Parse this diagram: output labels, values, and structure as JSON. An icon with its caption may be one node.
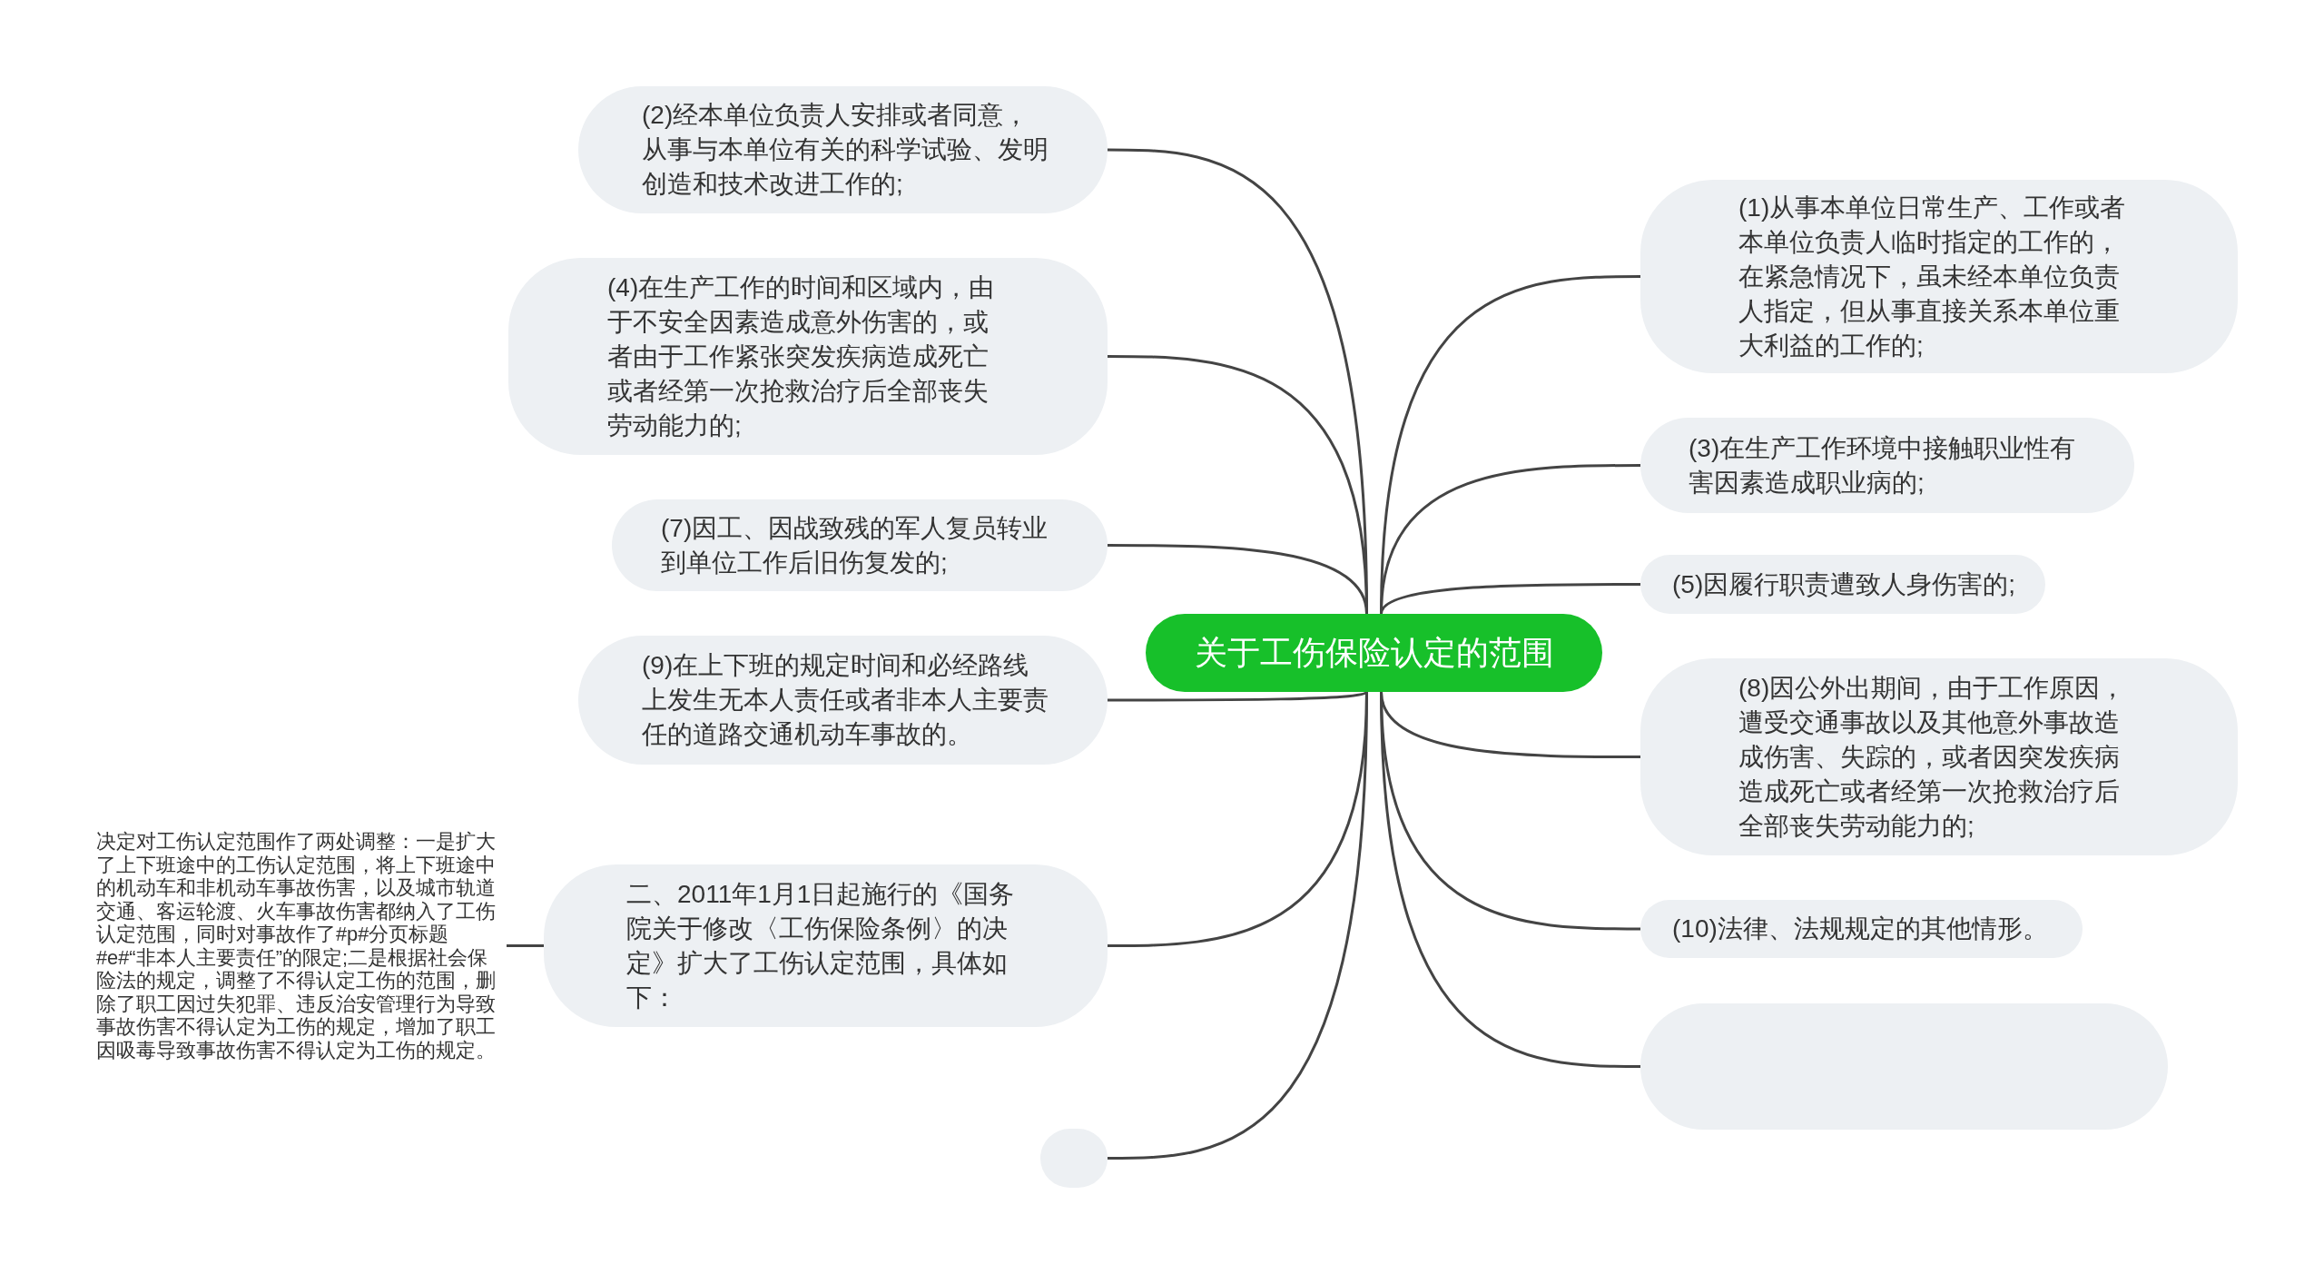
{
  "diagram": {
    "nodes": [
      {
        "text": [
          "关于工伤保险认定的范围"
        ]
      },
      {
        "text": [
          "(2)经本单位负责人安排或者同意，从事与本单位有关的科学试验、发明创造和技术改进工作的;"
        ]
      },
      {
        "text": [
          "(4)在生产工作的时间和区域内，由于不安全因素造成意外伤害的，或者由于工作紧张突发疾病造成死亡或者经第一次抢救治疗后全部丧失劳动能力的;"
        ]
      },
      {
        "text": [
          "(7)因工、因战致残的军人复员转业到单位工作后旧伤复发的;"
        ]
      },
      {
        "text": [
          "(9)在上下班的规定时间和必经路线上发生无本人责任或者非本人主要责任的道路交通机动车事故的。"
        ]
      },
      {
        "text": [
          "二、2011年1月1日起施行的《国务院关于修改〈工伤保险条例〉的决定》扩大了工伤认定范围，具体如下："
        ]
      },
      {
        "text": [
          "决定对工伤认定范围作了两处调整：一是扩大了上下班途中的工伤认定范围，将上下班途中的机动车和非机动车事故伤害，以及城市轨道交通、客运轮渡、火车事故伤害都纳入了工伤认定范围，同时对事故作了#p#分页标题#e#“非本人主要责任”的限定;二是根据社会保险法的规定，调整了不得认定工伤的范围，删除了职工因过失犯罪、违反治安管理行为导致事故伤害不得认定为工伤的规定，增加了职工因吸毒导致事故伤害不得认定为工伤的规定。"
        ]
      },
      {
        "text": [],
        "shape": "box"
      },
      {
        "text": [
          "(1)从事本单位日常生产、工作或者本单位负责人临时指定的工作的，在紧急情况下，虽未经本单位负责人指定，但从事直接关系本单位重大利益的工作的;"
        ]
      },
      {
        "text": [
          "(3)在生产工作环境中接触职业性有害因素造成职业病的;"
        ]
      },
      {
        "text": [
          "(5)因履行职责遭致人身伤害的;"
        ]
      },
      {
        "text": [
          "(8)因公外出期间，由于工作原因，遭受交通事故以及其他意外事故造成伤害、失踪的，或者因突发疾病造成死亡或者经第一次抢救治疗后全部丧失劳动能力的;"
        ]
      },
      {
        "text": [
          "(10)法律、法规规定的其他情形。"
        ]
      },
      {
        "text": [],
        "shape": "box"
      }
    ],
    "edges": [
      {
        "from": 0,
        "to": 1,
        "arrow": "none"
      },
      {
        "from": 0,
        "to": 2,
        "arrow": "none"
      },
      {
        "from": 0,
        "to": 3,
        "arrow": "none"
      },
      {
        "from": 0,
        "to": 4,
        "arrow": "none"
      },
      {
        "from": 0,
        "to": 5,
        "arrow": "none"
      },
      {
        "from": 5,
        "to": 6,
        "arrow": "none"
      },
      {
        "from": 0,
        "to": 7,
        "arrow": "none"
      },
      {
        "from": 0,
        "to": 8,
        "arrow": "none"
      },
      {
        "from": 0,
        "to": 9,
        "arrow": "none"
      },
      {
        "from": 0,
        "to": 10,
        "arrow": "none"
      },
      {
        "from": 0,
        "to": 11,
        "arrow": "none"
      },
      {
        "from": 0,
        "to": 12,
        "arrow": "none"
      },
      {
        "from": 0,
        "to": 13,
        "arrow": "none"
      }
    ]
  }
}
